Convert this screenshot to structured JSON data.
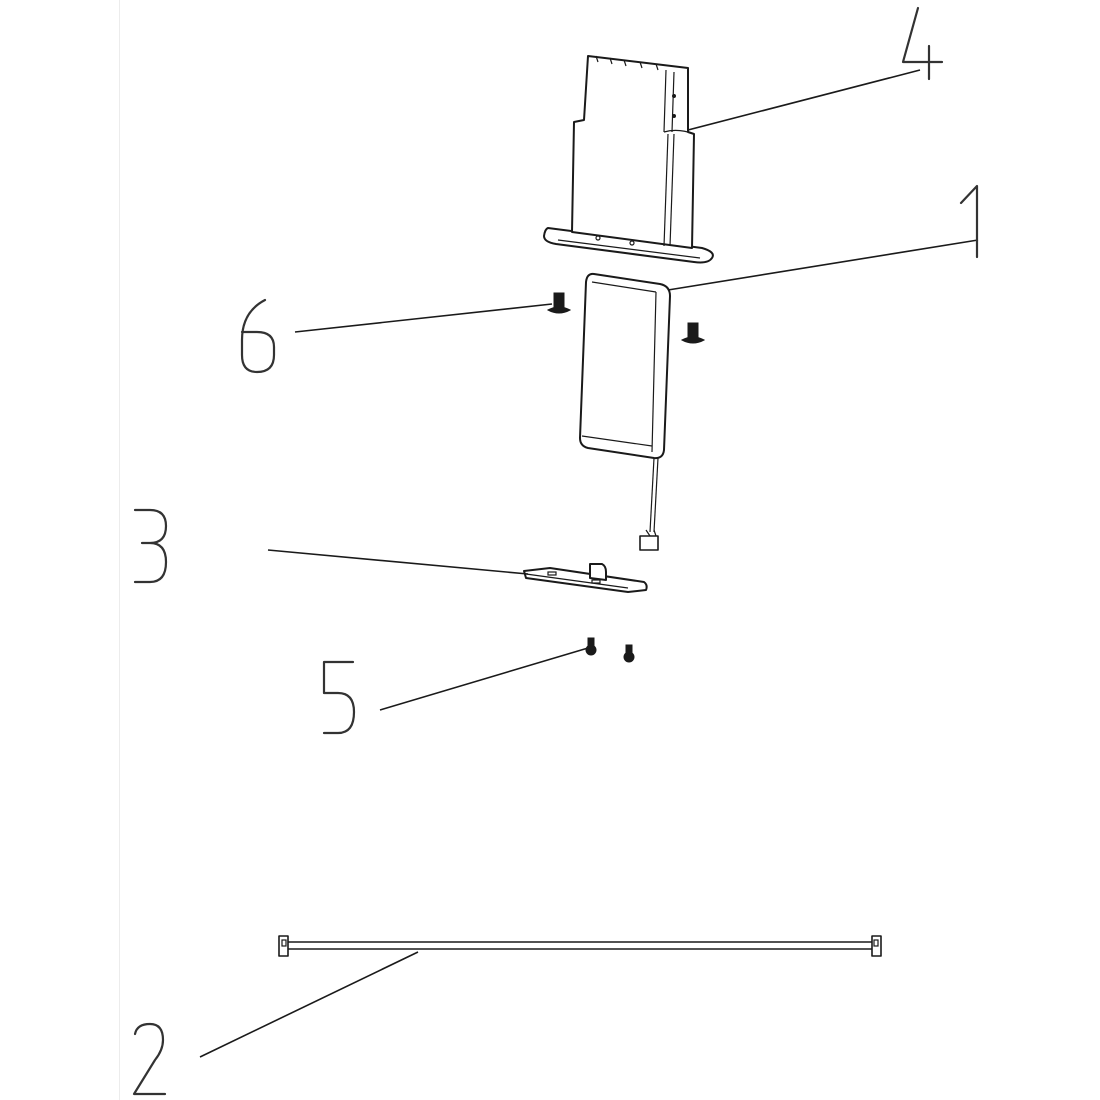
{
  "diagram": {
    "type": "exploded-parts-view",
    "callouts": [
      {
        "number": "1",
        "part": "battery-pack-with-lead"
      },
      {
        "number": "2",
        "part": "connecting-cable"
      },
      {
        "number": "3",
        "part": "mounting-plate"
      },
      {
        "number": "4",
        "part": "battery-housing"
      },
      {
        "number": "5",
        "part": "small-screws"
      },
      {
        "number": "6",
        "part": "flat-head-screws"
      }
    ],
    "colors": {
      "line": "#1a1a1a",
      "label": "#333333",
      "background": "#ffffff"
    }
  }
}
